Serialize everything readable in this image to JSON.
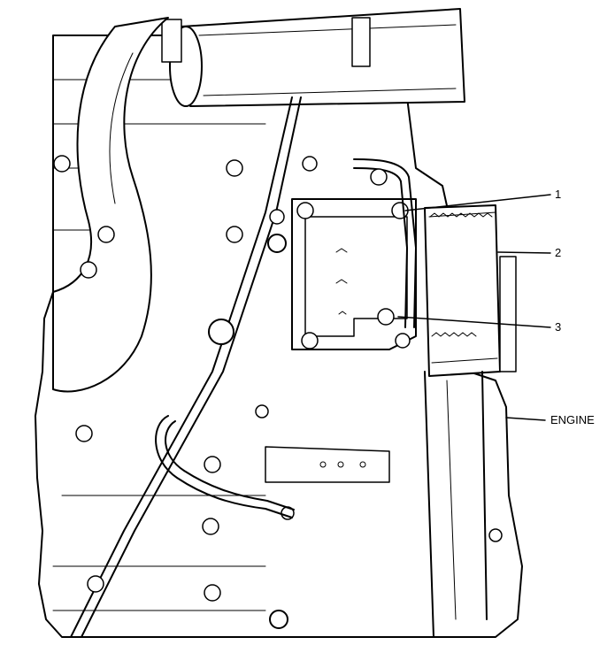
{
  "callouts": {
    "c1": "1",
    "c2": "2",
    "c3": "3",
    "engine": "ENGINE"
  }
}
